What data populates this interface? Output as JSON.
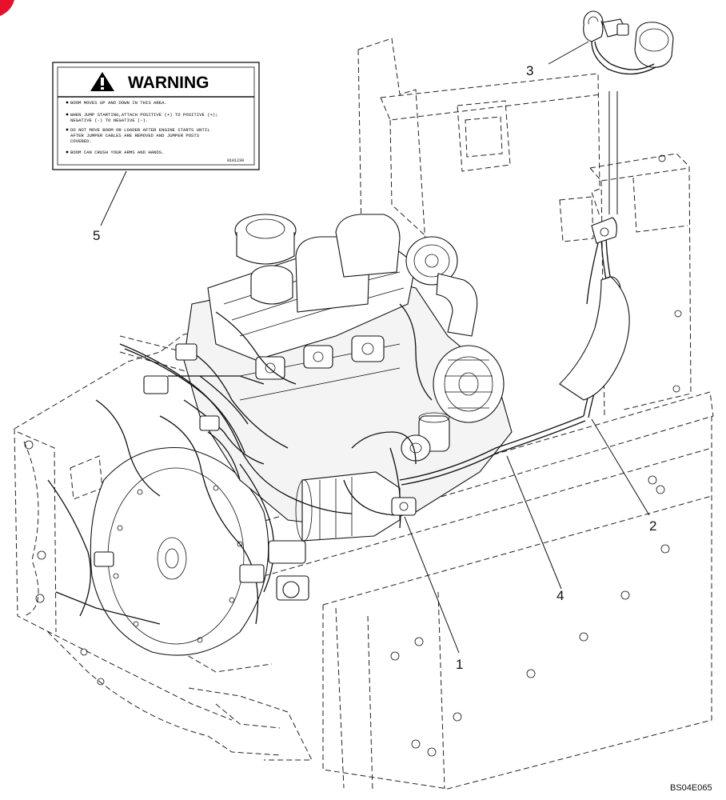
{
  "diagram": {
    "figure_code": "BS04E065",
    "watermark": "",
    "callouts": [
      {
        "id": "1",
        "label": "1"
      },
      {
        "id": "2",
        "label": "2"
      },
      {
        "id": "3",
        "label": "3"
      },
      {
        "id": "4",
        "label": "4"
      },
      {
        "id": "5",
        "label": "5"
      }
    ],
    "warning_decal": {
      "title": "WARNING",
      "lines": [
        "BOOM MOVES UP AND DOWN IN THIS AREA.",
        "WHEN JUMP STARTING,ATTACH POSITIVE (+) TO POSITIVE (+);",
        "NEGATIVE (-) TO NEGATIVE (-).",
        "DO NOT MOVE BOOM OR LOADER AFTER ENGINE STARTS UNTIL",
        "AFTER JUMPER CABLES ARE REMOVED AND JUMPER POSTS",
        "COVERED.",
        "BOOM CAN CRUSH YOUR ARMS AND HANDS."
      ],
      "part_code": "9101239"
    },
    "colors": {
      "ink": "#111111",
      "background": "#ffffff",
      "corner_mark": "#e8102a"
    }
  }
}
